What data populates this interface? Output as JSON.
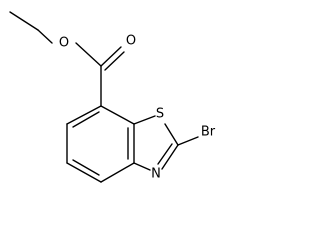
{
  "molecule": {
    "atoms": {
      "ester_oxygen": "O",
      "carbonyl_oxygen": "O",
      "sulfur": "S",
      "bromine": "Br",
      "nitrogen": "N"
    }
  }
}
